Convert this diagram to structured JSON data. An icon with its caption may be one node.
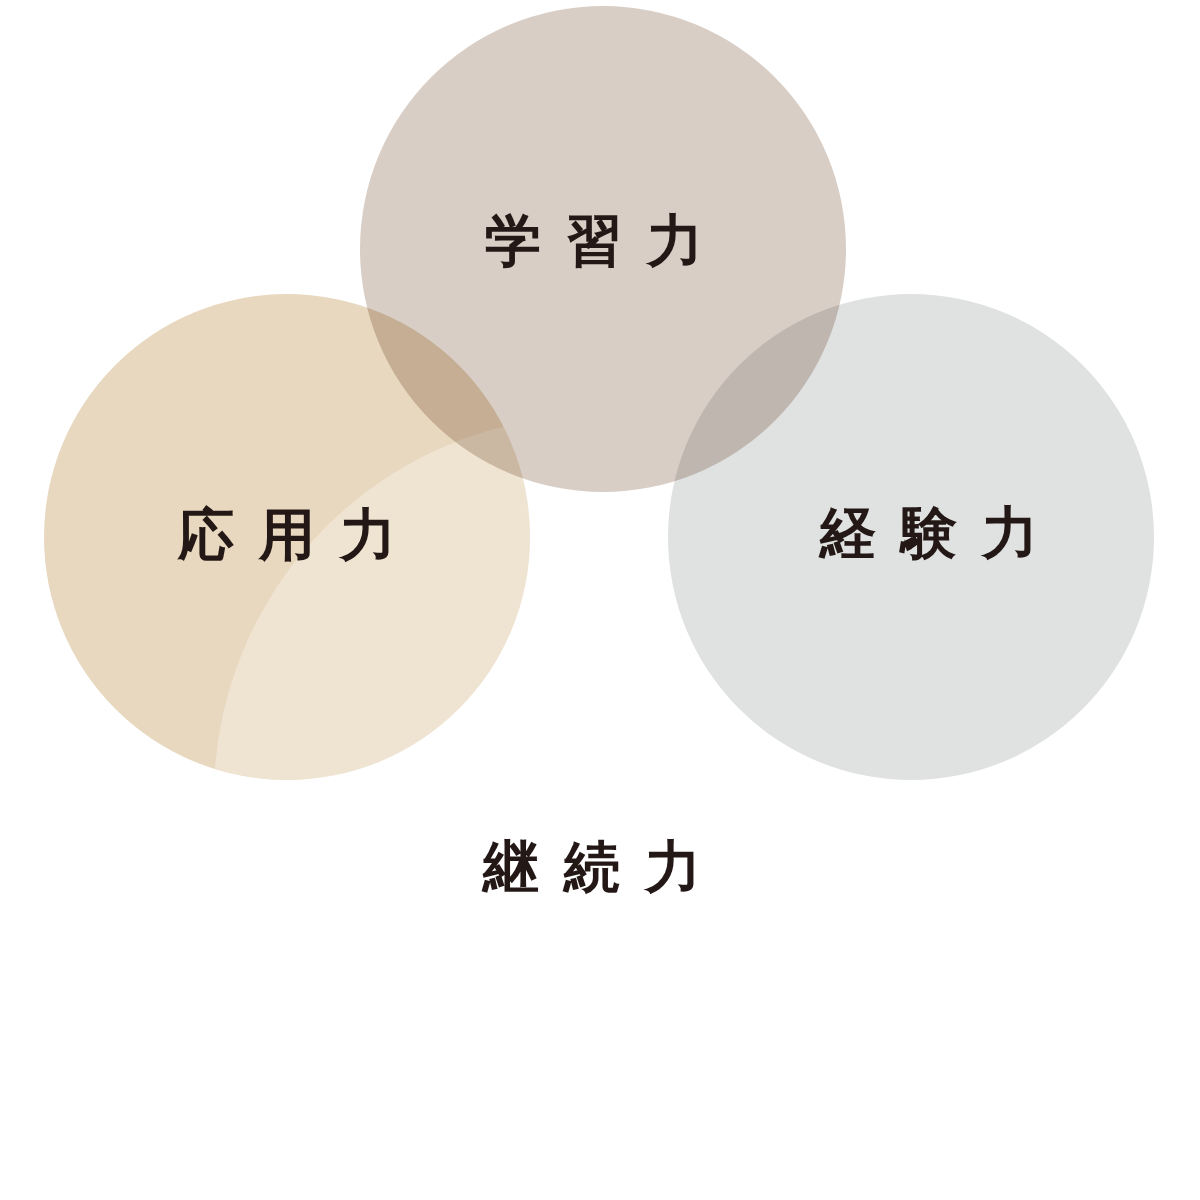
{
  "diagram": {
    "nodes": [
      {
        "text": [
          "学習力"
        ]
      },
      {
        "text": [
          "応用力"
        ]
      },
      {
        "text": [
          "経験力"
        ]
      },
      {
        "text": [
          "継続力"
        ]
      }
    ]
  }
}
